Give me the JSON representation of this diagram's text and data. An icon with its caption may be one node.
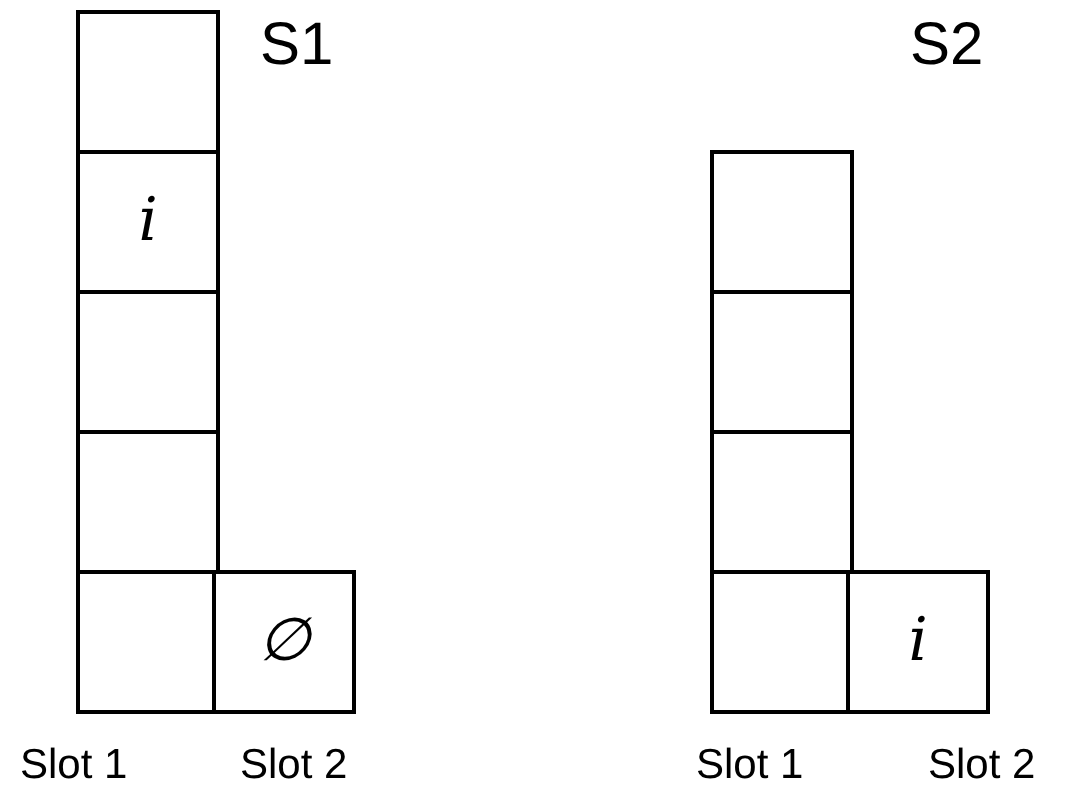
{
  "diagram": {
    "nodes": [
      {
        "text": [],
        "shape": "box"
      },
      {
        "text": [
          "i"
        ]
      },
      {
        "text": [],
        "shape": "box"
      },
      {
        "text": [],
        "shape": "box"
      },
      {
        "text": [],
        "shape": "box"
      },
      {
        "text": [
          "∅"
        ]
      },
      {
        "text": [],
        "shape": "box"
      },
      {
        "text": [],
        "shape": "box"
      },
      {
        "text": [],
        "shape": "box"
      },
      {
        "text": [],
        "shape": "box"
      },
      {
        "text": [
          "i"
        ]
      }
    ],
    "labels": [
      "S1",
      "S2",
      "Slot 1",
      "Slot 2",
      "Slot 1",
      "Slot 2"
    ]
  }
}
